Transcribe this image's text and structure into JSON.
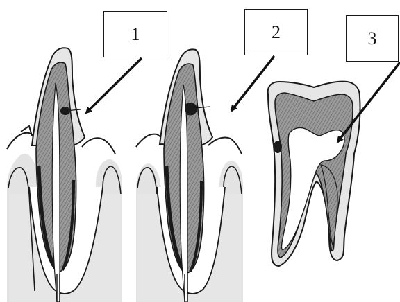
{
  "labels": [
    {
      "id": "1",
      "text": "1"
    },
    {
      "id": "2",
      "text": "2"
    },
    {
      "id": "3",
      "text": "3"
    }
  ],
  "colors": {
    "line": "#1a1a1a",
    "enamel": "#e6e6e6",
    "dentin": "#8c8c8c",
    "pulp": "#ffffff",
    "bone": "#e3e3e3",
    "caries": "#1a1a1a"
  },
  "icons": [
    "tooth-incisor-icon",
    "tooth-incisor-icon",
    "tooth-molar-icon"
  ]
}
